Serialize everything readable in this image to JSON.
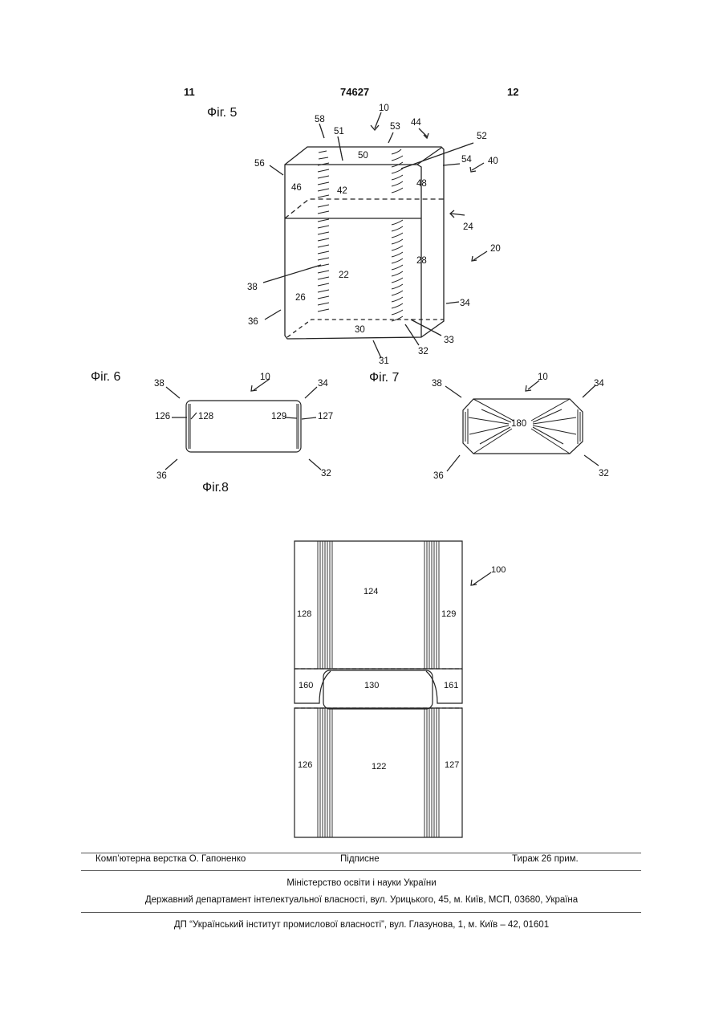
{
  "header": {
    "page_left": "11",
    "patent_number": "74627",
    "page_right": "12"
  },
  "figures": {
    "fig5": {
      "caption": "Фіг. 5",
      "labels": [
        "10",
        "58",
        "51",
        "53",
        "44",
        "52",
        "50",
        "56",
        "54",
        "40",
        "46",
        "42",
        "48",
        "24",
        "20",
        "28",
        "38",
        "22",
        "26",
        "34",
        "36",
        "30",
        "33",
        "32",
        "31"
      ]
    },
    "fig6": {
      "caption": "Фіг. 6",
      "labels": [
        "10",
        "38",
        "34",
        "126",
        "128",
        "129",
        "127",
        "36",
        "32"
      ]
    },
    "fig7": {
      "caption": "Фіг. 7",
      "labels": [
        "38",
        "10",
        "34",
        "180",
        "36",
        "32"
      ]
    },
    "fig8": {
      "caption": "Фіг.8",
      "labels": [
        "100",
        "124",
        "128",
        "129",
        "160",
        "130",
        "161",
        "126",
        "122",
        "127"
      ]
    }
  },
  "footer": {
    "typesetting": "Комп’ютерна верстка О. Гапоненко",
    "signed": "Підписне",
    "circulation": "Тираж 26 прим.",
    "ministry": "Міністерство освіти і науки України",
    "department": "Державний департамент інтелектуальної власності, вул. Урицького, 45, м. Київ, МСП, 03680, Україна",
    "institute": "ДП “Український інститут промислової власності”, вул. Глазунова, 1, м. Київ – 42, 01601"
  }
}
